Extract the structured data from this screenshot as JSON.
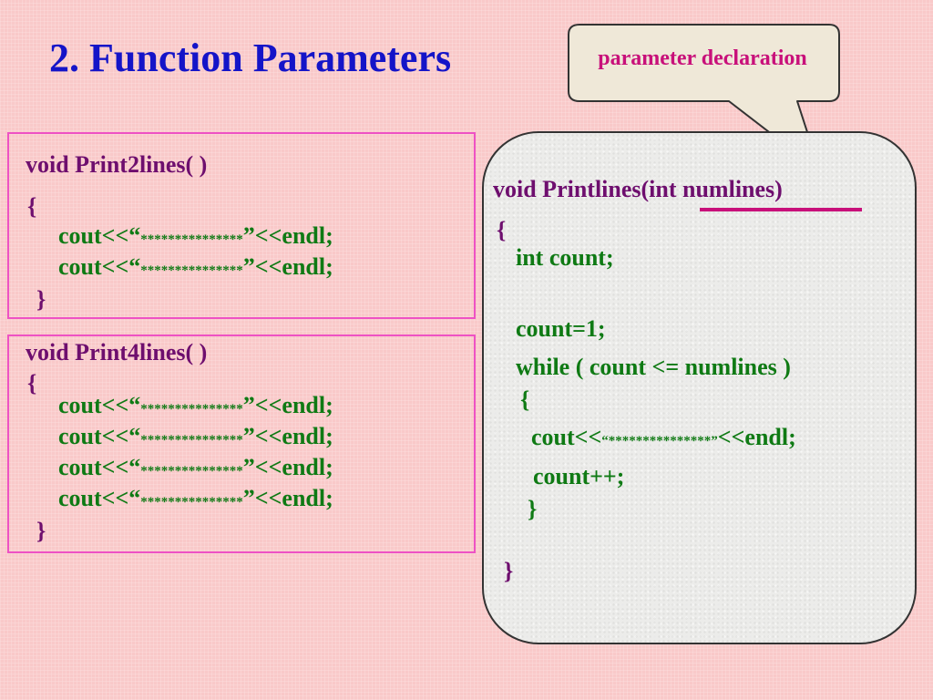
{
  "slide": {
    "title": "2. Function Parameters",
    "callout": "parameter declaration"
  },
  "box1": {
    "lines": [
      "void Print2lines( )",
      "{",
      "cout<<“",
      "***************",
      "”<<endl;",
      "cout<<“",
      "***************",
      "”<<endl;",
      "}"
    ]
  },
  "box2": {
    "lines": [
      "void Print4lines( )",
      "{",
      "cout<<“",
      "***************",
      "”<<endl;",
      "cout<<“",
      "***************",
      "”<<endl;",
      "cout<<“",
      "***************",
      "”<<endl;",
      "cout<<“",
      "***************",
      "”<<endl;",
      "}"
    ]
  },
  "panel": {
    "signature": "void Printlines(int numlines)",
    "open_brace": "{",
    "decl": "int count;",
    "init": "count=1;",
    "loop": "while ( count <= numlines )",
    "loop_open": "{",
    "print_pre": "cout<<",
    "print_stars": "“***************”",
    "print_post": "<<endl;",
    "increment": "count++;",
    "loop_close": "}",
    "close_brace": "}"
  },
  "colors": {
    "background": "#f9c9c9",
    "title": "#1414c8",
    "accent": "#c8107a",
    "border": "#ee52c4",
    "purple_code": "#6e0e6e",
    "green_code": "#0f7a14"
  }
}
